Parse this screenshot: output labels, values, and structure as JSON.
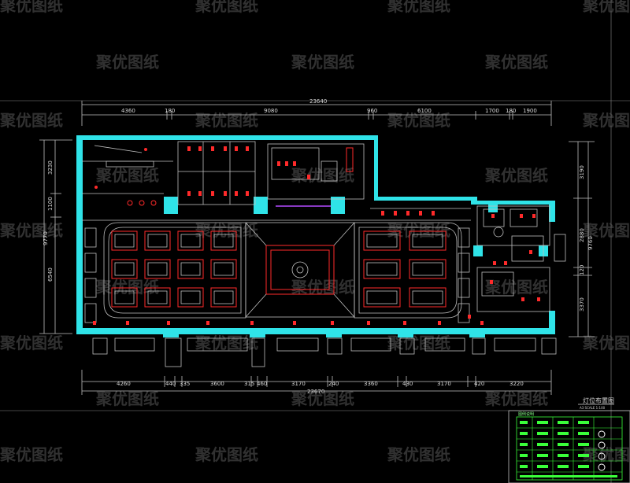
{
  "watermark": "聚优图纸",
  "dimensions_top_total": "23640",
  "dimensions_top": [
    "4360",
    "180",
    "9080",
    "960",
    "6100",
    "1700",
    "180",
    "1900"
  ],
  "dimensions_bottom": [
    "4260",
    "440",
    "335",
    "3600",
    "315",
    "460",
    "3170",
    "240",
    "3360",
    "430",
    "3170",
    "420",
    "3220"
  ],
  "dimensions_bottom_total": "23670",
  "dimensions_left": [
    "3230",
    "1100",
    "9770",
    "6540"
  ],
  "dimensions_right": [
    "3190",
    "2880",
    "9760",
    "120",
    "3370"
  ],
  "drawing_title": "灯位布置图",
  "drawing_scale": "A3  SCALE 1:100",
  "legend_title": "图例说明",
  "colors": {
    "wall": "#2fe3e8",
    "fixture": "#ff2a2a",
    "linework": "#bfbfbf",
    "legend": "#3aff3a"
  }
}
